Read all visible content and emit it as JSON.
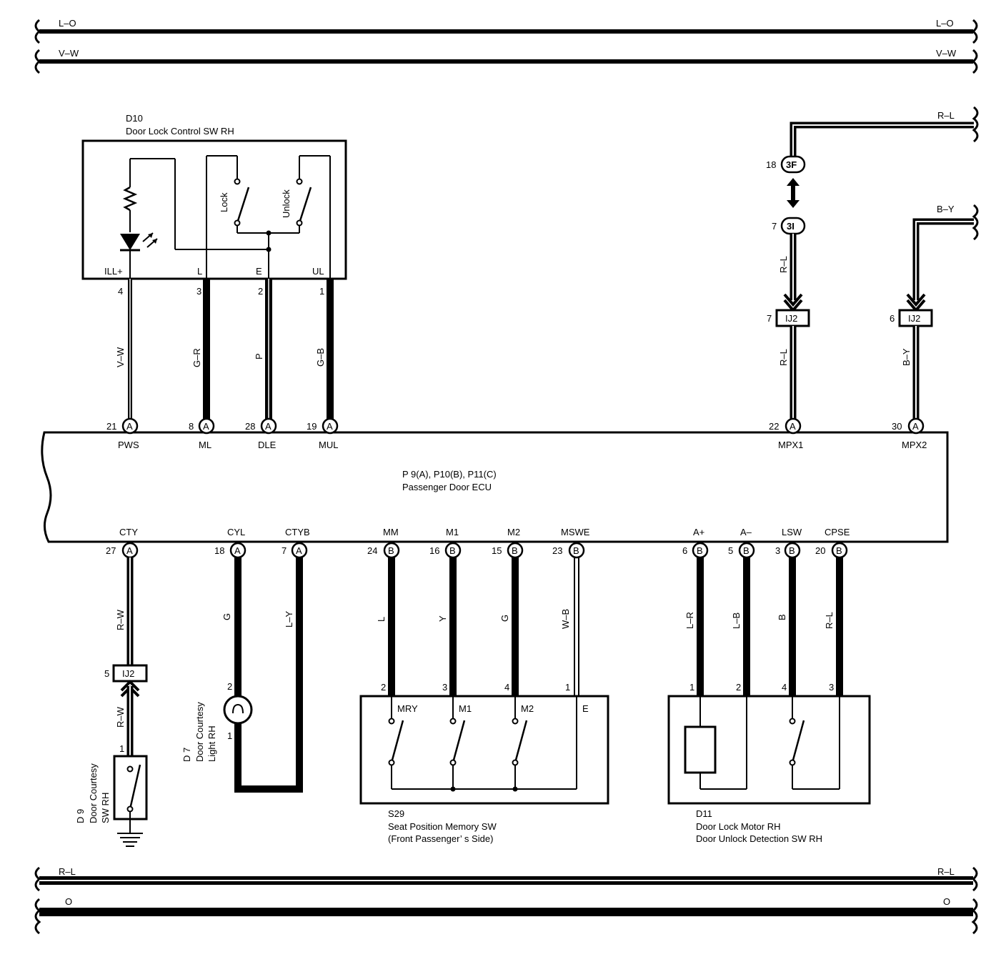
{
  "buses": {
    "top1": {
      "left": "L–O",
      "right": "L–O"
    },
    "top2": {
      "left": "V–W",
      "right": "V–W"
    },
    "bot1": {
      "left": "R–L",
      "right": "R–L"
    },
    "bot2": {
      "left": "O",
      "right": "O"
    }
  },
  "d10": {
    "code": "D10",
    "name": "Door Lock Control SW RH",
    "lock": "Lock",
    "unlock": "Unlock",
    "terms": [
      "ILL+",
      "L",
      "E",
      "UL"
    ],
    "pins": [
      "4",
      "3",
      "2",
      "1"
    ]
  },
  "ecu": {
    "code": "P 9(A), P10(B), P11(C)",
    "name": "Passenger Door ECU",
    "top": [
      {
        "name": "PWS",
        "pin": "21",
        "conn": "A",
        "wire": "V–W"
      },
      {
        "name": "ML",
        "pin": "8",
        "conn": "A",
        "wire": "G–R"
      },
      {
        "name": "DLE",
        "pin": "28",
        "conn": "A",
        "wire": "P"
      },
      {
        "name": "MUL",
        "pin": "19",
        "conn": "A",
        "wire": "G–B"
      },
      {
        "name": "MPX1",
        "pin": "22",
        "conn": "A",
        "wire": "R–L"
      },
      {
        "name": "MPX2",
        "pin": "30",
        "conn": "A",
        "wire": "B–Y"
      }
    ],
    "bottom": [
      {
        "name": "CTY",
        "pin": "27",
        "conn": "A",
        "wire": "R–W"
      },
      {
        "name": "CYL",
        "pin": "18",
        "conn": "A",
        "wire": "G"
      },
      {
        "name": "CTYB",
        "pin": "7",
        "conn": "A",
        "wire": "L–Y"
      },
      {
        "name": "MM",
        "pin": "24",
        "conn": "B",
        "wire": "L"
      },
      {
        "name": "M1",
        "pin": "16",
        "conn": "B",
        "wire": "Y"
      },
      {
        "name": "M2",
        "pin": "15",
        "conn": "B",
        "wire": "G"
      },
      {
        "name": "MSWE",
        "pin": "23",
        "conn": "B",
        "wire": "W–B"
      },
      {
        "name": "A+",
        "pin": "6",
        "conn": "B",
        "wire": "L–R"
      },
      {
        "name": "A–",
        "pin": "5",
        "conn": "B",
        "wire": "L–B"
      },
      {
        "name": "LSW",
        "pin": "3",
        "conn": "B",
        "wire": "B"
      },
      {
        "name": "CPSE",
        "pin": "20",
        "conn": "B",
        "wire": "R–L"
      }
    ]
  },
  "mpx": {
    "wire_top": "R–L",
    "conn_3f": {
      "pin": "18",
      "id": "3F"
    },
    "conn_3i": {
      "pin": "7",
      "id": "3I"
    },
    "mid_wire": "R–L",
    "ij2_a": {
      "pin": "7",
      "id": "IJ2"
    },
    "ij2_b": {
      "pin": "6",
      "id": "IJ2"
    },
    "wire_by": "B–Y"
  },
  "d9": {
    "code": "D 9",
    "line1": "Door Courtesy",
    "line2": "SW RH",
    "ij2": {
      "pin": "5",
      "id": "IJ2"
    },
    "wire": "R–W",
    "pin": "1"
  },
  "d7": {
    "code": "D 7",
    "line1": "Door Courtesy",
    "line2": "Light RH",
    "pin_top": "2",
    "pin_bot": "1"
  },
  "s29": {
    "code": "S29",
    "line1": "Seat Position Memory SW",
    "line2": "(Front Passenger’ s Side)",
    "terms": [
      "MRY",
      "M1",
      "M2",
      "E"
    ],
    "pins": [
      "2",
      "3",
      "4",
      "1"
    ]
  },
  "d11": {
    "code": "D11",
    "line1": "Door Lock Motor RH",
    "line2": "Door Unlock Detection SW RH",
    "pins": [
      "1",
      "2",
      "4",
      "3"
    ]
  }
}
